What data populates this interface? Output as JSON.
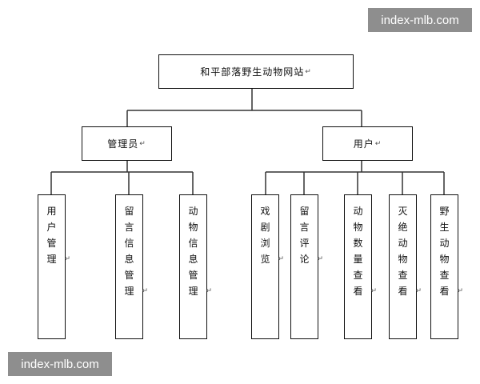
{
  "watermark_top": "index-mlb.com",
  "watermark_bottom": "index-mlb.com",
  "root": {
    "label": "和平部落野生动物网站"
  },
  "groups": [
    {
      "label": "管理员",
      "children": [
        "用户管理",
        "留言信息管理",
        "动物信息管理"
      ]
    },
    {
      "label": "用户",
      "children": [
        "戏剧浏览",
        "留言评论",
        "动物数量查看",
        "灭绝动物查看",
        "野生动物查看"
      ]
    }
  ],
  "return_mark": "↵"
}
